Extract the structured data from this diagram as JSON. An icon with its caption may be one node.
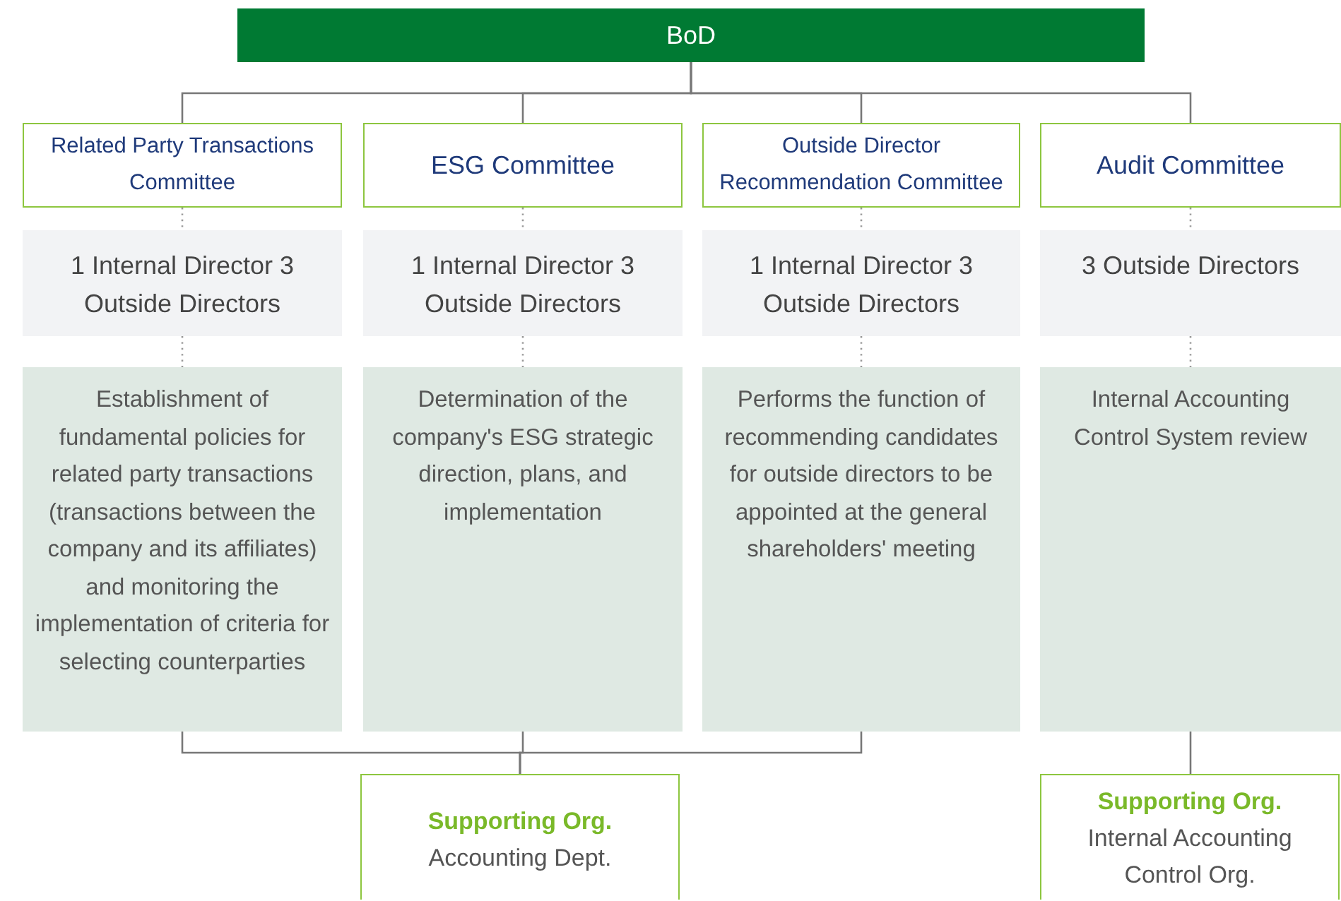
{
  "diagram": {
    "nodes": [
      {
        "text": [
          "BoD"
        ]
      },
      {
        "text": [
          "Related Party Transactions Committee"
        ]
      },
      {
        "text": [
          "ESG Committee"
        ]
      },
      {
        "text": [
          "Outside Director Recommendation Committee"
        ]
      },
      {
        "text": [
          "Audit Committee"
        ]
      },
      {
        "text": [
          "1 Internal Director 3 Outside Directors"
        ]
      },
      {
        "text": [
          "1 Internal Director 3 Outside Directors"
        ]
      },
      {
        "text": [
          "1 Internal Director 3 Outside Directors"
        ]
      },
      {
        "text": [
          "3 Outside Directors"
        ]
      },
      {
        "text": [
          "Establishment of fundamental policies for related party transactions (transactions between the company and its affiliates) and monitoring the implementation of criteria for selecting counterparties"
        ]
      },
      {
        "text": [
          "Determination of the company's ESG strategic direction, plans, and implementation"
        ]
      },
      {
        "text": [
          "Performs the function of recommending candidates for outside directors to be appointed at the general shareholders' meeting"
        ]
      },
      {
        "text": [
          "Internal Accounting Control System review"
        ]
      },
      {
        "text": [
          "Supporting Org.",
          "Accounting Dept."
        ]
      },
      {
        "text": [
          "Supporting Org.",
          "Internal Accounting Control Org."
        ]
      }
    ],
    "edges": [
      {
        "from": 0,
        "to": 1,
        "arrow": "none"
      },
      {
        "from": 0,
        "to": 2,
        "arrow": "none"
      },
      {
        "from": 0,
        "to": 3,
        "arrow": "none"
      },
      {
        "from": 0,
        "to": 4,
        "arrow": "none"
      },
      {
        "from": 1,
        "to": 5,
        "arrow": "none",
        "style": "dashed"
      },
      {
        "from": 2,
        "to": 6,
        "arrow": "none",
        "style": "dashed"
      },
      {
        "from": 3,
        "to": 7,
        "arrow": "none",
        "style": "dashed"
      },
      {
        "from": 4,
        "to": 8,
        "arrow": "none",
        "style": "dashed"
      },
      {
        "from": 5,
        "to": 9,
        "arrow": "none",
        "style": "dashed"
      },
      {
        "from": 6,
        "to": 10,
        "arrow": "none",
        "style": "dashed"
      },
      {
        "from": 7,
        "to": 11,
        "arrow": "none",
        "style": "dashed"
      },
      {
        "from": 8,
        "to": 12,
        "arrow": "none",
        "style": "dashed"
      },
      {
        "from": 9,
        "to": 13,
        "arrow": "none"
      },
      {
        "from": 10,
        "to": 13,
        "arrow": "none"
      },
      {
        "from": 11,
        "to": 13,
        "arrow": "none"
      },
      {
        "from": 12,
        "to": 14,
        "arrow": "none"
      }
    ]
  }
}
